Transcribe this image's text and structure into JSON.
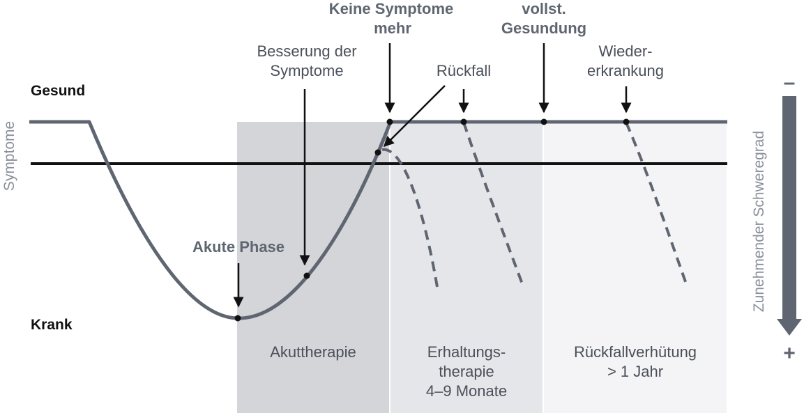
{
  "colors": {
    "curve": "#5f6671",
    "threshold": "#111111",
    "zone_acute": "#d3d5d9",
    "zone_maintenance": "#e5e6e9",
    "zone_prevention": "#f4f4f6",
    "arrow": "#5f6671"
  },
  "axis": {
    "left_label": "Symptome",
    "right_label": "Zunehmender Schweregrad",
    "minus_sign": "–",
    "plus_sign": "+"
  },
  "levels": {
    "healthy": "Gesund",
    "sick": "Krank"
  },
  "annotations": {
    "acute_phase": "Akute Phase",
    "improvement_line1": "Besserung der",
    "improvement_line2": "Symptome",
    "no_symptoms_line1": "Keine Symptome",
    "no_symptoms_line2": "mehr",
    "relapse": "Rückfall",
    "recovery_line1": "vollst.",
    "recovery_line2": "Gesundung",
    "recurrence_line1": "Wieder-",
    "recurrence_line2": "erkrankung"
  },
  "phases": {
    "acute": "Akuttherapie",
    "maintenance_line1": "Erhaltungs-",
    "maintenance_line2": "therapie",
    "maintenance_line3": "4–9 Monate",
    "prevention_line1": "Rückfallverhütung",
    "prevention_line2": "> 1 Jahr"
  }
}
